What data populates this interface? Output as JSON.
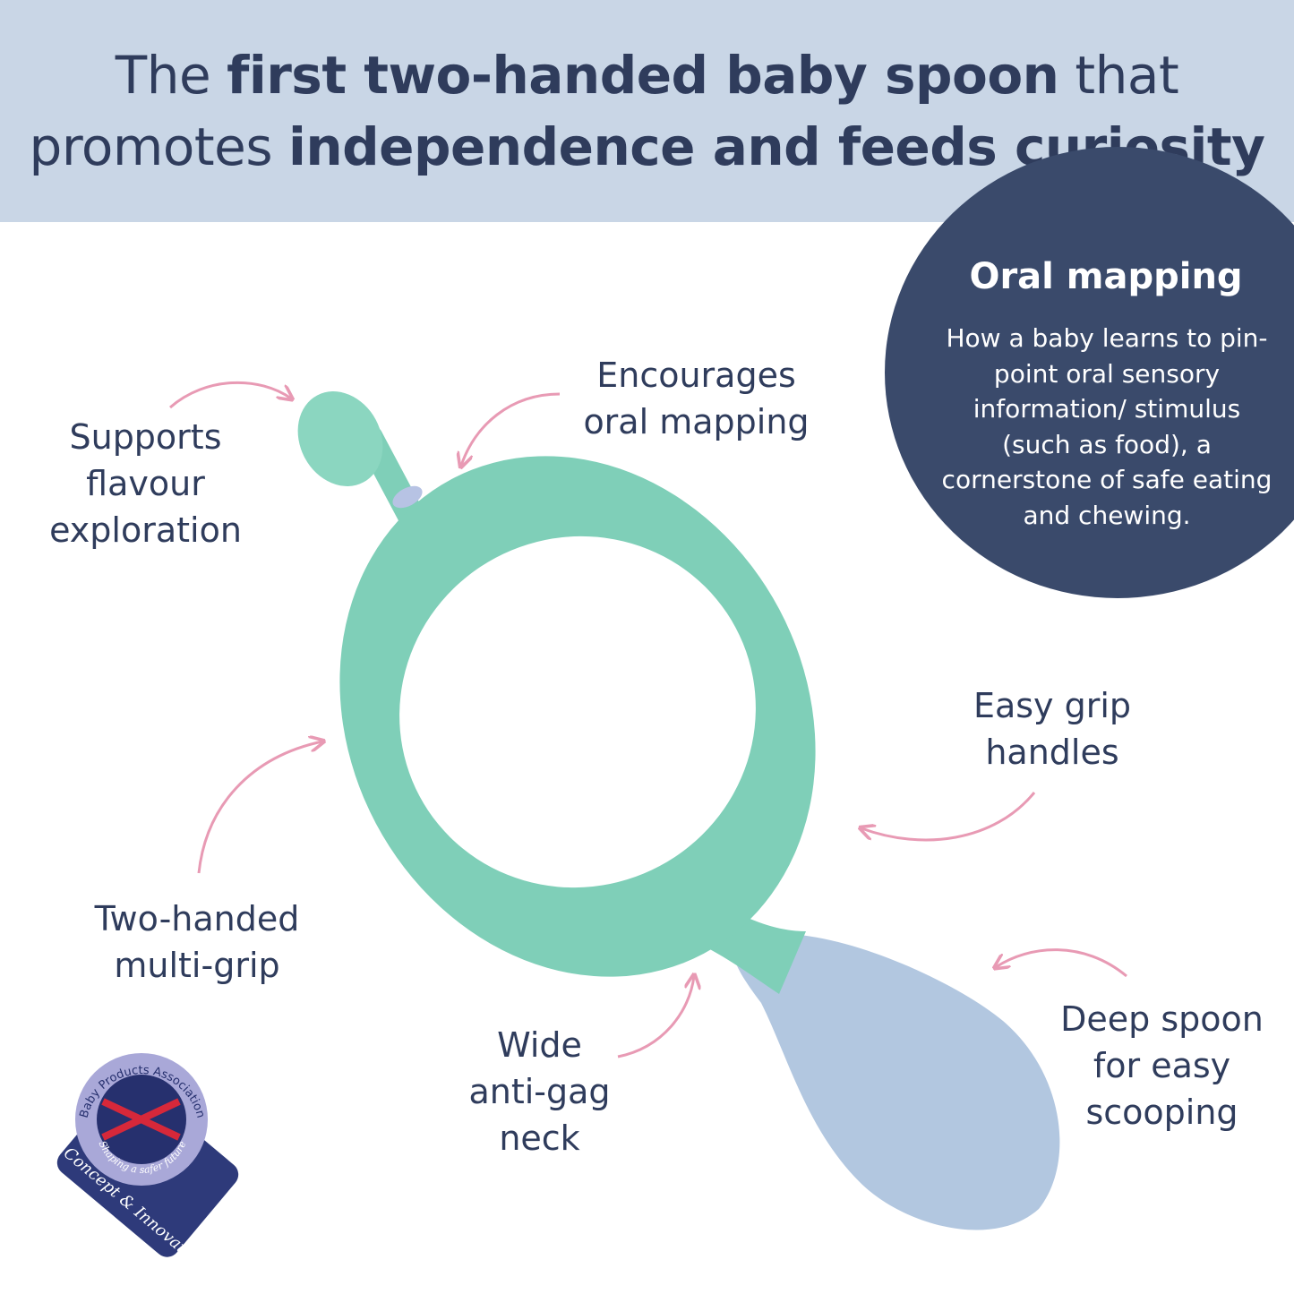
{
  "headline": {
    "line1": [
      {
        "text": "The ",
        "bold": false
      },
      {
        "text": "first two-handed baby spoon",
        "bold": true
      },
      {
        "text": " that",
        "bold": false
      }
    ],
    "line2": [
      {
        "text": "promotes ",
        "bold": false
      },
      {
        "text": "independence and feeds curiosity",
        "bold": true
      }
    ]
  },
  "info_circle": {
    "title": "Oral mapping",
    "body": "How a baby learns to pin-point oral sensory information/ stimulus (such as food), a cornerstone of safe eating and chewing."
  },
  "features": {
    "flavour": "Supports\nflavour\nexploration",
    "oral_mapping": "Encourages\noral mapping",
    "grip": "Easy grip\nhandles",
    "two_handed": "Two-handed\nmulti-grip",
    "neck": "Wide\nanti-gag\nneck",
    "spoon": "Deep spoon\nfor easy\nscooping"
  },
  "badge": {
    "ring_text": "Baby Products Association",
    "tagline": "Shaping a safer future",
    "award": "Concept & Innovation"
  },
  "colors": {
    "header_bg": "#c9d6e6",
    "text": "#2f3c5c",
    "circle": "#3a4a6b",
    "arrow": "#e89ab4",
    "spoon_handle": "#7fcfb8",
    "spoon_bowl": "#b2c7e0"
  }
}
